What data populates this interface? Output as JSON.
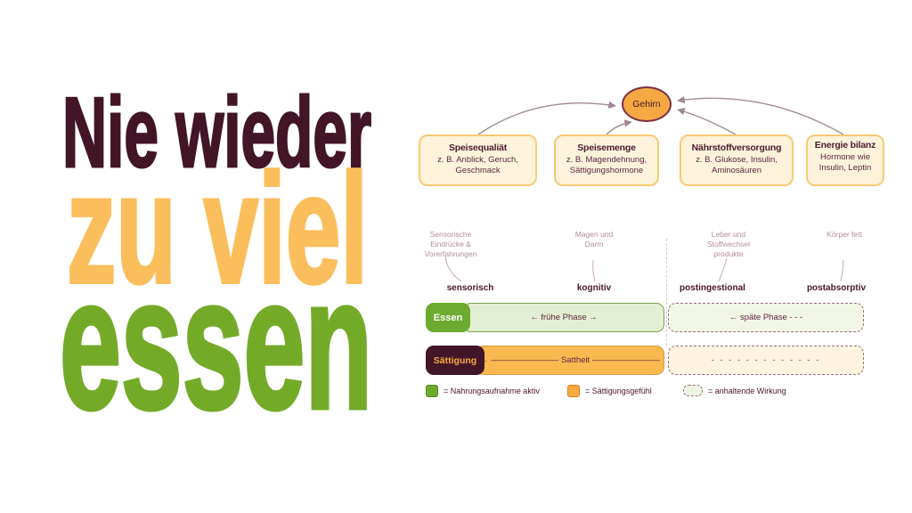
{
  "title": {
    "line1": "Nie wieder",
    "line2": "zu viel",
    "line3": "essen"
  },
  "colors": {
    "title_maroon": "#421527",
    "title_orange": "#FBBE5C",
    "title_green": "#73AB28",
    "brain_fill": "#F6A844",
    "node_fill": "#FDF3DB",
    "node_border": "#F8CA72",
    "bar_green_fill": "#E3EFD2",
    "bar_orange_fill": "#FAB851",
    "label_green": "#6CAB2F",
    "label_maroon": "#421528",
    "dashed_border": "#99707E"
  },
  "brain_map": {
    "center": "Gehirn",
    "nodes": [
      {
        "title": "Speisequaliät",
        "detail": "z. B. Anblick, Geruch, Geschmack"
      },
      {
        "title": "Speisemenge",
        "detail": "z. B. Magendehnung, Sättigungshormone"
      },
      {
        "title": "Nährstoffversorgung",
        "detail": "z. B. Glukose, Insulin, Aminosäuren"
      },
      {
        "title": "Energie bilanz",
        "detail": "Hormone wie Insulin, Leptin"
      }
    ]
  },
  "timeline": {
    "sources": [
      "Sensorische Eindrücke & Vorerfahrungen",
      "Magen und Darm",
      "Leber und Stoffwechsel produkte",
      "Körper fett"
    ],
    "phases": [
      "sensorisch",
      "kognitiv",
      "postingestional",
      "postabsorptiv"
    ],
    "rows": [
      {
        "label": "Essen",
        "solid": "← frühe Phase →",
        "dashed": "← späte Phase - - -"
      },
      {
        "label": "Sättigung",
        "solid": "← ———————— Sattheit ————————",
        "dashed": "- - - - - - - - - - - - -"
      }
    ],
    "legend": [
      {
        "label": "= Nahrungsaufnahme aktiv"
      },
      {
        "label": "= Sättigungsgefühl"
      },
      {
        "label": "= anhaltende Wirkung"
      }
    ]
  }
}
